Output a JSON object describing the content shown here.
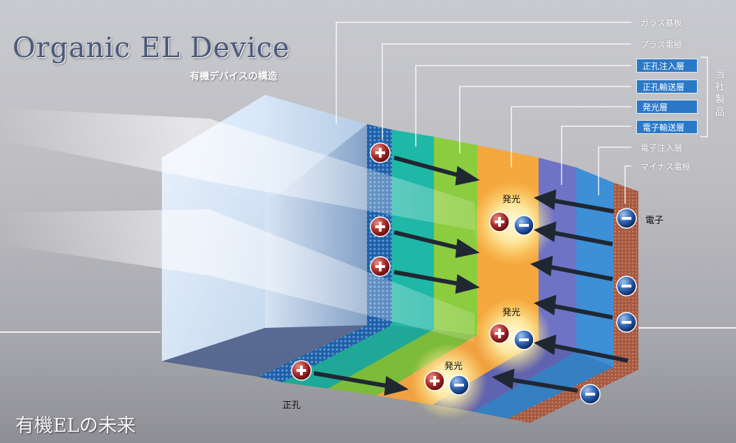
{
  "header": {
    "title": "Organic EL Device",
    "subtitle": "有機デバイスの構造"
  },
  "footer": {
    "text": "有機ELの未来"
  },
  "layers": [
    {
      "label": "ガラス基板",
      "boxed": false
    },
    {
      "label": "プラス電極",
      "boxed": false
    },
    {
      "label": "正孔注入層",
      "boxed": true
    },
    {
      "label": "正孔輸送層",
      "boxed": true
    },
    {
      "label": "発光層",
      "boxed": true
    },
    {
      "label": "電子輸送層",
      "boxed": true
    },
    {
      "label": "電子注入層",
      "boxed": false
    },
    {
      "label": "マイナス電極",
      "boxed": false
    }
  ],
  "bracket_label": "当社製品",
  "annotations": {
    "emission": "発光",
    "electron": "電子",
    "hole": "正孔"
  },
  "colors": {
    "glass": "#b9d3ee",
    "plus_electrode": "#1f5fa5",
    "hole_injection": "#1fb7a6",
    "hole_transport": "#8ccc3f",
    "emission_layer": "#f5a83e",
    "electron_transport": "#6f73c6",
    "electron_injection": "#3d8fd6",
    "minus_electrode": "#b0674e",
    "label_box": "#2b78c6"
  },
  "icons": {
    "hole": "plus-charge-icon",
    "electron": "minus-charge-icon"
  }
}
